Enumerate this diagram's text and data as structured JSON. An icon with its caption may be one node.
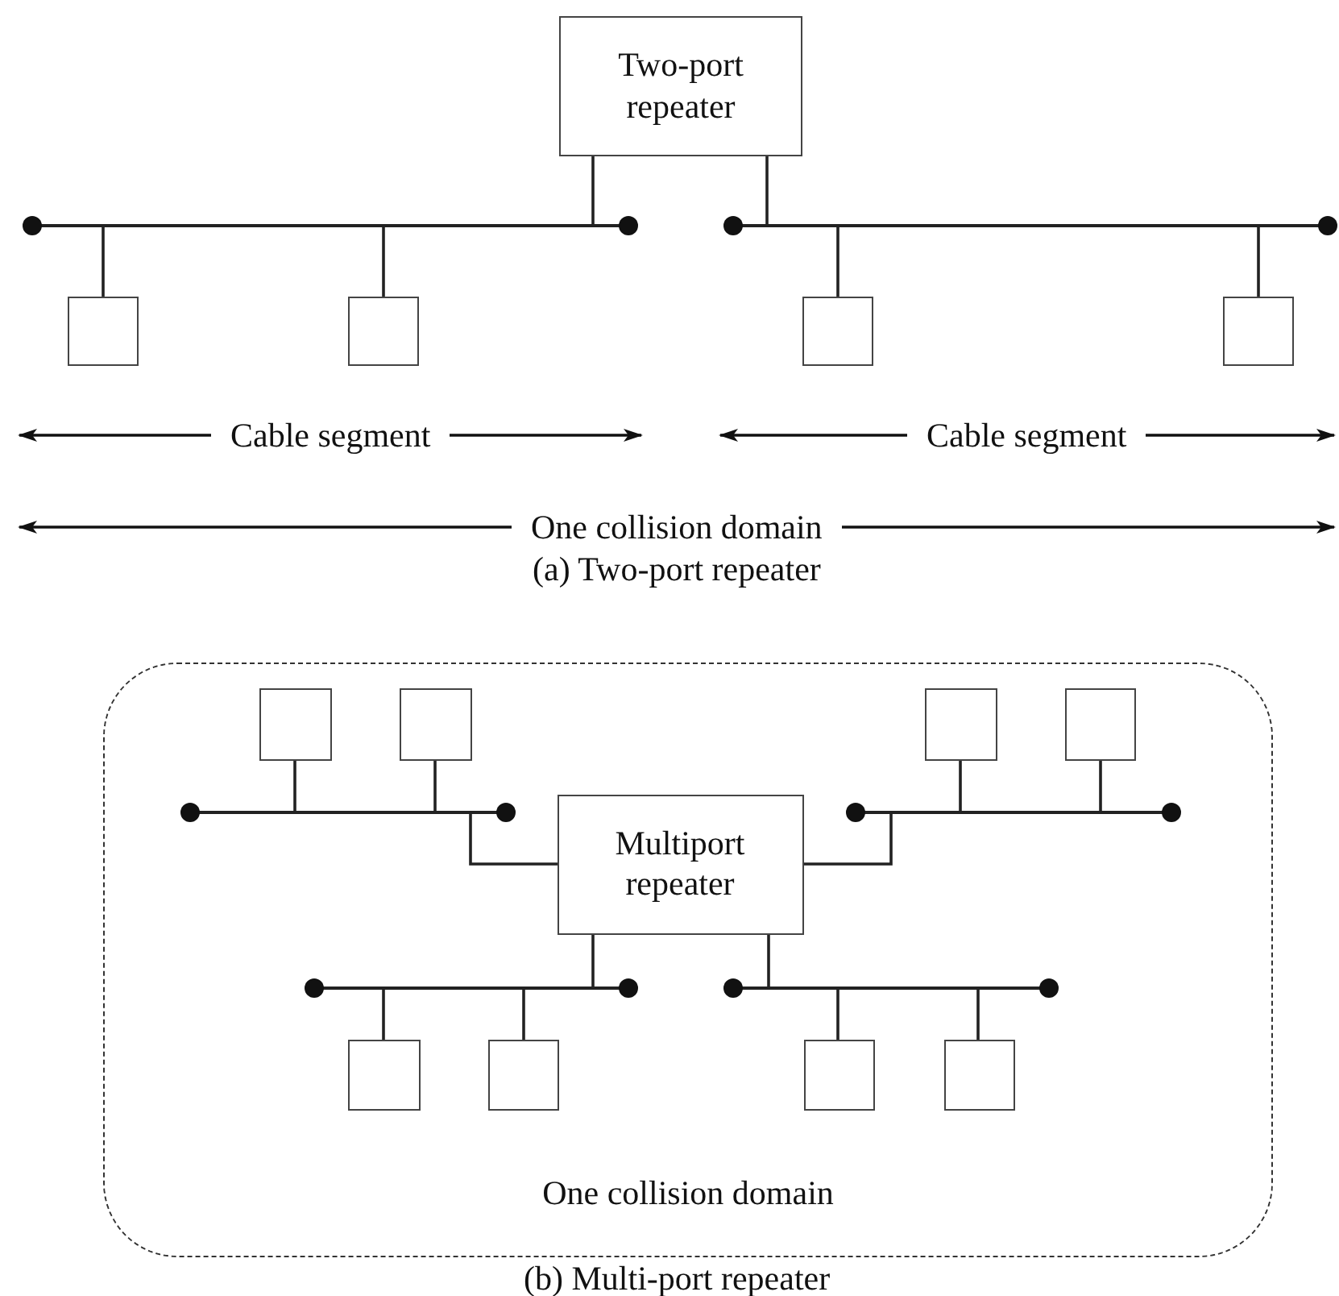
{
  "diagram": {
    "nodes": [
      {
        "text": [
          "Two-port repeater"
        ]
      },
      {
        "text": [],
        "shape": "bar"
      },
      {
        "text": [],
        "shape": "bar"
      },
      {
        "text": [],
        "shape": "box"
      },
      {
        "text": [],
        "shape": "box"
      },
      {
        "text": [],
        "shape": "box"
      },
      {
        "text": [],
        "shape": "box"
      },
      {
        "text": [
          "One collision domain"
        ]
      },
      {
        "text": [],
        "shape": "box",
        "in": 7
      },
      {
        "text": [],
        "shape": "box",
        "in": 7
      },
      {
        "text": [],
        "shape": "box",
        "in": 7
      },
      {
        "text": [],
        "shape": "box",
        "in": 7
      },
      {
        "text": [],
        "shape": "bar",
        "in": 7
      },
      {
        "text": [],
        "shape": "bar",
        "in": 7
      },
      {
        "text": [
          "Multiport repeater"
        ],
        "in": 7
      },
      {
        "text": [],
        "shape": "bar",
        "in": 7
      },
      {
        "text": [],
        "shape": "bar",
        "in": 7
      },
      {
        "text": [],
        "shape": "box",
        "in": 7
      },
      {
        "text": [],
        "shape": "box",
        "in": 7
      },
      {
        "text": [],
        "shape": "box",
        "in": 7
      },
      {
        "text": [],
        "shape": "box",
        "in": 7
      }
    ],
    "edges": [
      {
        "from": 0,
        "to": 1,
        "arrow": "none"
      },
      {
        "from": 0,
        "to": 2,
        "arrow": "none"
      },
      {
        "from": 1,
        "to": 3,
        "arrow": "none"
      },
      {
        "from": 1,
        "to": 4,
        "arrow": "none"
      },
      {
        "from": 2,
        "to": 5,
        "arrow": "none"
      },
      {
        "from": 2,
        "to": 6,
        "arrow": "none"
      },
      {
        "from": 12,
        "to": 8,
        "arrow": "none"
      },
      {
        "from": 12,
        "to": 9,
        "arrow": "none"
      },
      {
        "from": 13,
        "to": 10,
        "arrow": "none"
      },
      {
        "from": 13,
        "to": 11,
        "arrow": "none"
      },
      {
        "from": 14,
        "to": 12,
        "arrow": "none"
      },
      {
        "from": 14,
        "to": 13,
        "arrow": "none"
      },
      {
        "from": 14,
        "to": 15,
        "arrow": "none"
      },
      {
        "from": 14,
        "to": 16,
        "arrow": "none"
      },
      {
        "from": 15,
        "to": 17,
        "arrow": "none"
      },
      {
        "from": 15,
        "to": 18,
        "arrow": "none"
      },
      {
        "from": 16,
        "to": 19,
        "arrow": "none"
      },
      {
        "from": 16,
        "to": 20,
        "arrow": "none"
      }
    ],
    "labels": [
      "Cable segment",
      "Cable segment",
      "One collision domain",
      "(a) Two-port repeater",
      "(b) Multi-port repeater"
    ]
  }
}
